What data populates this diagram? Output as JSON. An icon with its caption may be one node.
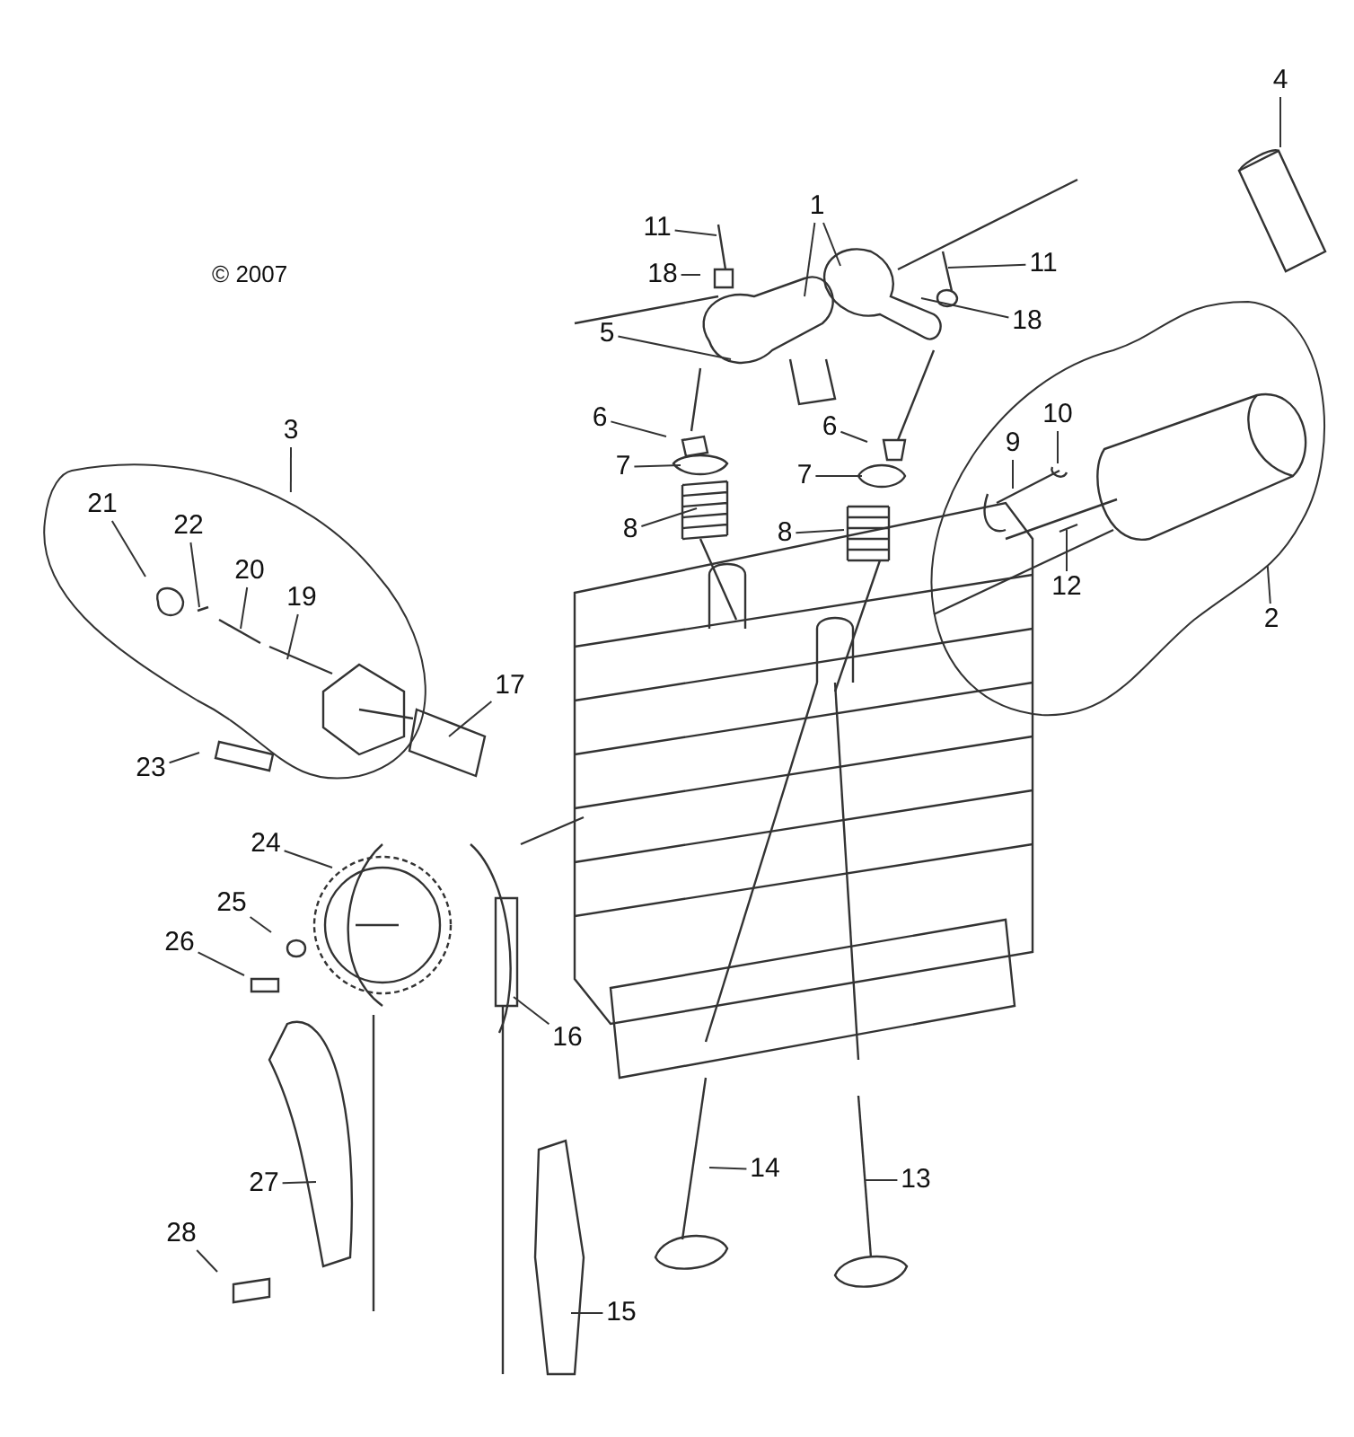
{
  "diagram": {
    "nodes": [
      {
        "text": [
          "4"
        ]
      },
      {
        "text": [
          "1"
        ]
      },
      {
        "text": [
          "11"
        ]
      },
      {
        "text": [
          "18"
        ]
      },
      {
        "text": [
          "5"
        ]
      },
      {
        "text": [
          "11"
        ]
      },
      {
        "text": [
          "18"
        ]
      },
      {
        "text": [
          "6"
        ]
      },
      {
        "text": [
          "7"
        ]
      },
      {
        "text": [
          "8"
        ]
      },
      {
        "text": [
          "6"
        ]
      },
      {
        "text": [
          "7"
        ]
      },
      {
        "text": [
          "8"
        ]
      },
      {
        "text": [],
        "shape": "cloud"
      },
      {
        "text": [
          "10"
        ],
        "in": 13
      },
      {
        "text": [
          "9"
        ],
        "in": 13
      },
      {
        "text": [
          "12"
        ],
        "in": 13
      },
      {
        "text": [
          "2"
        ]
      },
      {
        "text": [
          "3"
        ]
      },
      {
        "text": [],
        "shape": "cloud"
      },
      {
        "text": [
          "21"
        ],
        "in": 19
      },
      {
        "text": [
          "22"
        ],
        "in": 19
      },
      {
        "text": [
          "20"
        ],
        "in": 19
      },
      {
        "text": [
          "19"
        ],
        "in": 19
      },
      {
        "text": [
          "23"
        ]
      },
      {
        "text": [
          "17"
        ]
      },
      {
        "text": [
          "24"
        ]
      },
      {
        "text": [
          "25"
        ]
      },
      {
        "text": [
          "26"
        ]
      },
      {
        "text": [
          "16"
        ]
      },
      {
        "text": [
          "27"
        ]
      },
      {
        "text": [
          "14"
        ]
      },
      {
        "text": [
          "13"
        ]
      },
      {
        "text": [
          "28"
        ]
      },
      {
        "text": [
          "15"
        ]
      }
    ],
    "edges": [
      {
        "from": 0,
        "to": null,
        "arrow": "none"
      },
      {
        "from": 1,
        "to": null,
        "arrow": "none"
      },
      {
        "from": 1,
        "to": null,
        "arrow": "none"
      },
      {
        "from": 2,
        "to": null,
        "arrow": "none"
      },
      {
        "from": 3,
        "to": null,
        "arrow": "none"
      },
      {
        "from": 4,
        "to": null,
        "arrow": "none"
      },
      {
        "from": 5,
        "to": null,
        "arrow": "none"
      },
      {
        "from": 6,
        "to": null,
        "arrow": "none"
      },
      {
        "from": 7,
        "to": null,
        "arrow": "none"
      },
      {
        "from": 8,
        "to": null,
        "arrow": "none"
      },
      {
        "from": 9,
        "to": null,
        "arrow": "none"
      },
      {
        "from": 10,
        "to": null,
        "arrow": "none"
      },
      {
        "from": 11,
        "to": null,
        "arrow": "none"
      },
      {
        "from": 12,
        "to": null,
        "arrow": "none"
      },
      {
        "from": 14,
        "to": null,
        "arrow": "none"
      },
      {
        "from": 15,
        "to": null,
        "arrow": "none"
      },
      {
        "from": 16,
        "to": null,
        "arrow": "none"
      },
      {
        "from": 17,
        "to": 13,
        "arrow": "none"
      },
      {
        "from": 18,
        "to": 19,
        "arrow": "none"
      },
      {
        "from": 20,
        "to": null,
        "arrow": "none"
      },
      {
        "from": 21,
        "to": null,
        "arrow": "none"
      },
      {
        "from": 22,
        "to": null,
        "arrow": "none"
      },
      {
        "from": 23,
        "to": null,
        "arrow": "none"
      },
      {
        "from": 24,
        "to": null,
        "arrow": "none"
      },
      {
        "from": 25,
        "to": null,
        "arrow": "none"
      },
      {
        "from": 26,
        "to": null,
        "arrow": "none"
      },
      {
        "from": 27,
        "to": null,
        "arrow": "none"
      },
      {
        "from": 28,
        "to": null,
        "arrow": "none"
      },
      {
        "from": 29,
        "to": null,
        "arrow": "none"
      },
      {
        "from": 30,
        "to": null,
        "arrow": "none"
      },
      {
        "from": 31,
        "to": null,
        "arrow": "none"
      },
      {
        "from": 32,
        "to": null,
        "arrow": "none"
      },
      {
        "from": 33,
        "to": null,
        "arrow": "none"
      },
      {
        "from": 34,
        "to": null,
        "arrow": "none"
      }
    ],
    "labels": [
      "© 2007"
    ]
  }
}
